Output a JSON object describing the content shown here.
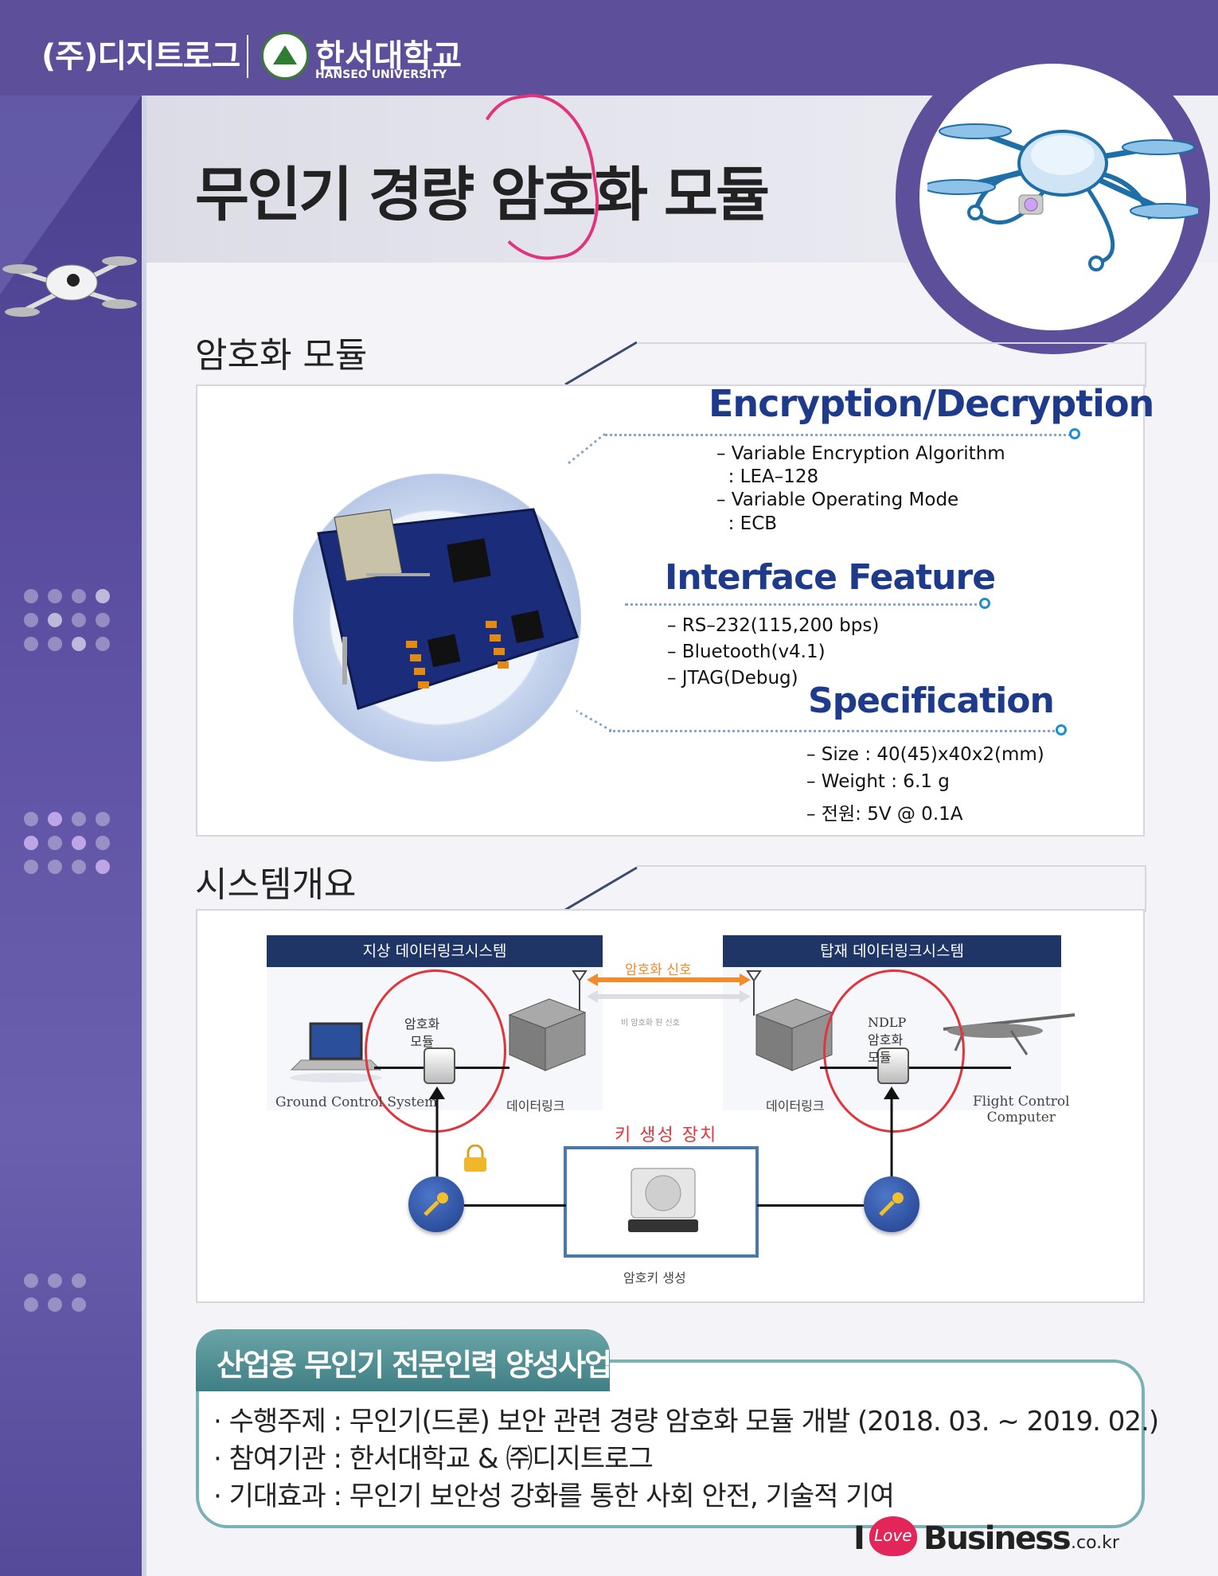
{
  "header": {
    "company": "(주)디지트로그",
    "university_ko": "한서대학교",
    "university_en": "HANSEO UNIVERSITY"
  },
  "title": "무인기 경량 암호화 모듈",
  "module_section": {
    "heading": "암호화 모듈",
    "features": [
      {
        "title": "Encryption/Decryption",
        "items": [
          "– Variable Encryption Algorithm",
          "  : LEA–128",
          "– Variable Operating Mode",
          "  : ECB"
        ]
      },
      {
        "title": "Interface Feature",
        "items": [
          "– RS–232(115,200 bps)",
          "– Bluetooth(v4.1)",
          "– JTAG(Debug)"
        ]
      },
      {
        "title": "Specification",
        "items": [
          "– Size : 40(45)x40x2(mm)",
          "– Weight : 6.1 g",
          "– 전원: 5V @ 0.1A"
        ]
      }
    ]
  },
  "system_section": {
    "heading": "시스템개요",
    "ground_bar": "지상 데이터링크시스템",
    "air_bar": "탑재 데이터링크시스템",
    "enc_signal": "암호화 신호",
    "plain_signal": "비 암호화 된 신호",
    "enc_module": "암호화\n모듈",
    "ndlp_module": "NDLP\n암호화\n모듈",
    "gcs_label": "Ground Control System",
    "datalink_left": "데이터링크",
    "datalink_right": "데이터링크",
    "fcc_label": "Flight Control\nComputer",
    "keygen_title": "키 생성 장치",
    "keygen_label": "암호키 생성"
  },
  "project": {
    "tab": "산업용 무인기 전문인력 양성사업",
    "lines": [
      "· 수행주제 : 무인기(드론) 보안 관련 경량 암호화 모듈 개발 (2018. 03. ~ 2019. 02.)",
      "· 참여기관 : 한서대학교 & ㈜디지트로그",
      "· 기대효과 : 무인기 보안성 강화를 통한 사회 안전, 기술적 기여"
    ]
  },
  "footer": {
    "love": "Love",
    "i": "I",
    "business": "Business",
    "domain": ".co.kr"
  },
  "colors": {
    "purple": "#5d4f9a",
    "navy": "#1e3a8a",
    "teal": "#3f7f85",
    "red": "#e0353c"
  }
}
